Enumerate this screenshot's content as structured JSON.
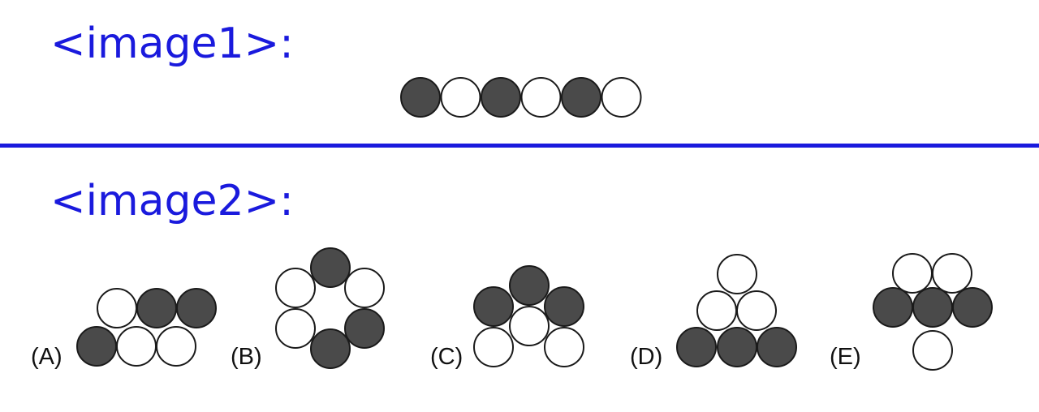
{
  "image1": {
    "heading": "<image1>:",
    "row": [
      "dark",
      "light",
      "dark",
      "light",
      "dark",
      "light"
    ]
  },
  "image2": {
    "heading": "<image2>:",
    "options": [
      {
        "label": "(A)",
        "colors": [
          "light",
          "dark",
          "dark",
          "dark",
          "light",
          "light"
        ]
      },
      {
        "label": "(B)",
        "colors": [
          "dark",
          "light",
          "dark",
          "dark",
          "light",
          "light"
        ]
      },
      {
        "label": "(C)",
        "colors": [
          "dark",
          "dark",
          "dark",
          "light",
          "light",
          "light"
        ]
      },
      {
        "label": "(D)",
        "colors": [
          "light",
          "light",
          "light",
          "dark",
          "dark",
          "dark"
        ]
      },
      {
        "label": "(E)",
        "colors": [
          "light",
          "light",
          "dark",
          "dark",
          "dark",
          "light"
        ]
      }
    ]
  },
  "colors": {
    "dark": "#4a4a4a",
    "light": "#ffffff",
    "stroke": "#1a1a1a",
    "accent": "#1a1add"
  }
}
